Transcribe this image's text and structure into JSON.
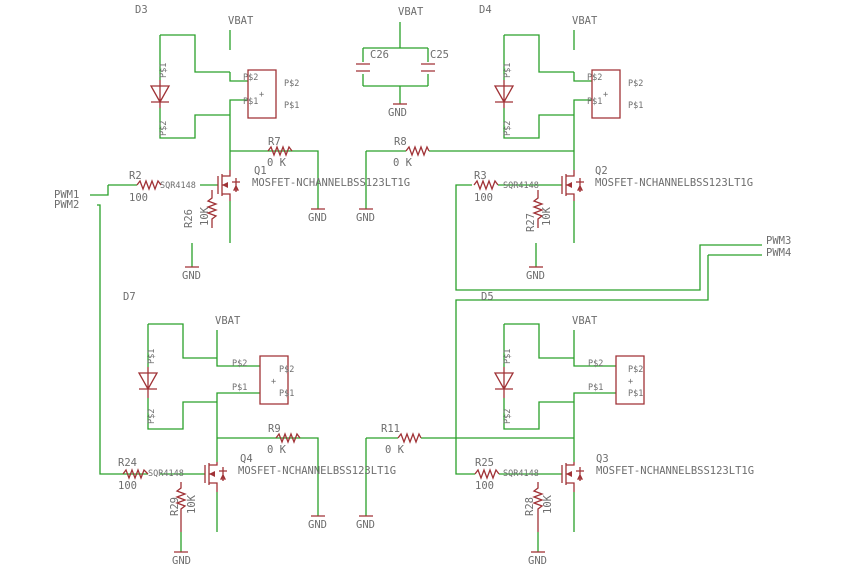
{
  "diagram": {
    "nets": {
      "vbat": "VBAT",
      "gnd": "GND",
      "pwm1": "PWM1",
      "pwm2": "PWM2",
      "pwm3": "PWM3",
      "pwm4": "PWM4"
    },
    "capacitors": [
      {
        "name": "C26"
      },
      {
        "name": "C25"
      }
    ],
    "pins": {
      "p1": "P$1",
      "p2": "P$2",
      "plus": "+"
    },
    "channels": [
      {
        "diode": "D3",
        "mosfet": "Q1",
        "mosfet_value": "MOSFET-NCHANNELBSS123LT1G",
        "gate_resistor": "R2",
        "gate_value": "100",
        "pulldown": "R26",
        "pulldown_value": "10K",
        "zero_ohm": "R7",
        "zero_value": "0 K",
        "part_overlay": "SQR4148"
      },
      {
        "diode": "D4",
        "mosfet": "Q2",
        "mosfet_value": "MOSFET-NCHANNELBSS123LT1G",
        "gate_resistor": "R3",
        "gate_value": "100",
        "pulldown": "R27",
        "pulldown_value": "10K",
        "zero_ohm": "R8",
        "zero_value": "0 K",
        "part_overlay": "SQR4148"
      },
      {
        "diode": "D7",
        "mosfet": "Q4",
        "mosfet_value": "MOSFET-NCHANNELBSS123LT1G",
        "gate_resistor": "R24",
        "gate_value": "100",
        "pulldown": "R29",
        "pulldown_value": "10K",
        "zero_ohm": "R9",
        "zero_value": "0 K",
        "part_overlay": "SQR4148"
      },
      {
        "diode": "D5",
        "mosfet": "Q3",
        "mosfet_value": "MOSFET-NCHANNELBSS123LT1G",
        "gate_resistor": "R25",
        "gate_value": "100",
        "pulldown": "R28",
        "pulldown_value": "10K",
        "zero_ohm": "R11",
        "zero_value": "0 K",
        "part_overlay": "SQR4148"
      }
    ]
  }
}
